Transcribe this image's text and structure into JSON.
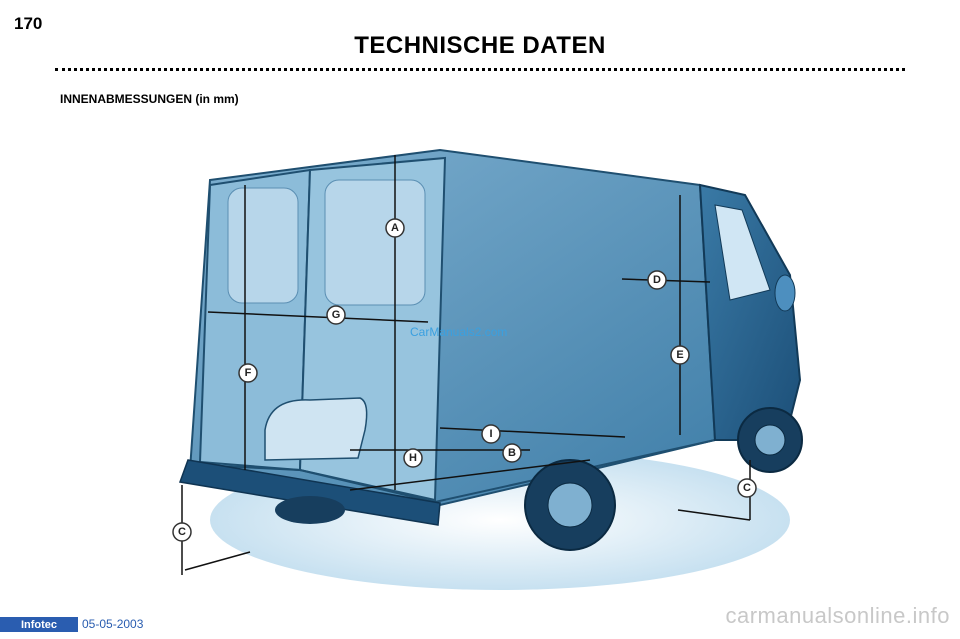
{
  "page_number": "170",
  "title": "TECHNISCHE DATEN",
  "subtitle": "INNENABMESSUNGEN (in mm)",
  "watermark": "CarManuals2.com",
  "labels": {
    "a": "A",
    "b": "B",
    "c": "C",
    "d": "D",
    "e": "E",
    "f": "F",
    "g": "G",
    "h": "H",
    "i": "I"
  },
  "footer": {
    "logo": "Infotec",
    "date": "05-05-2003",
    "site": "carmanualsonline.info"
  }
}
